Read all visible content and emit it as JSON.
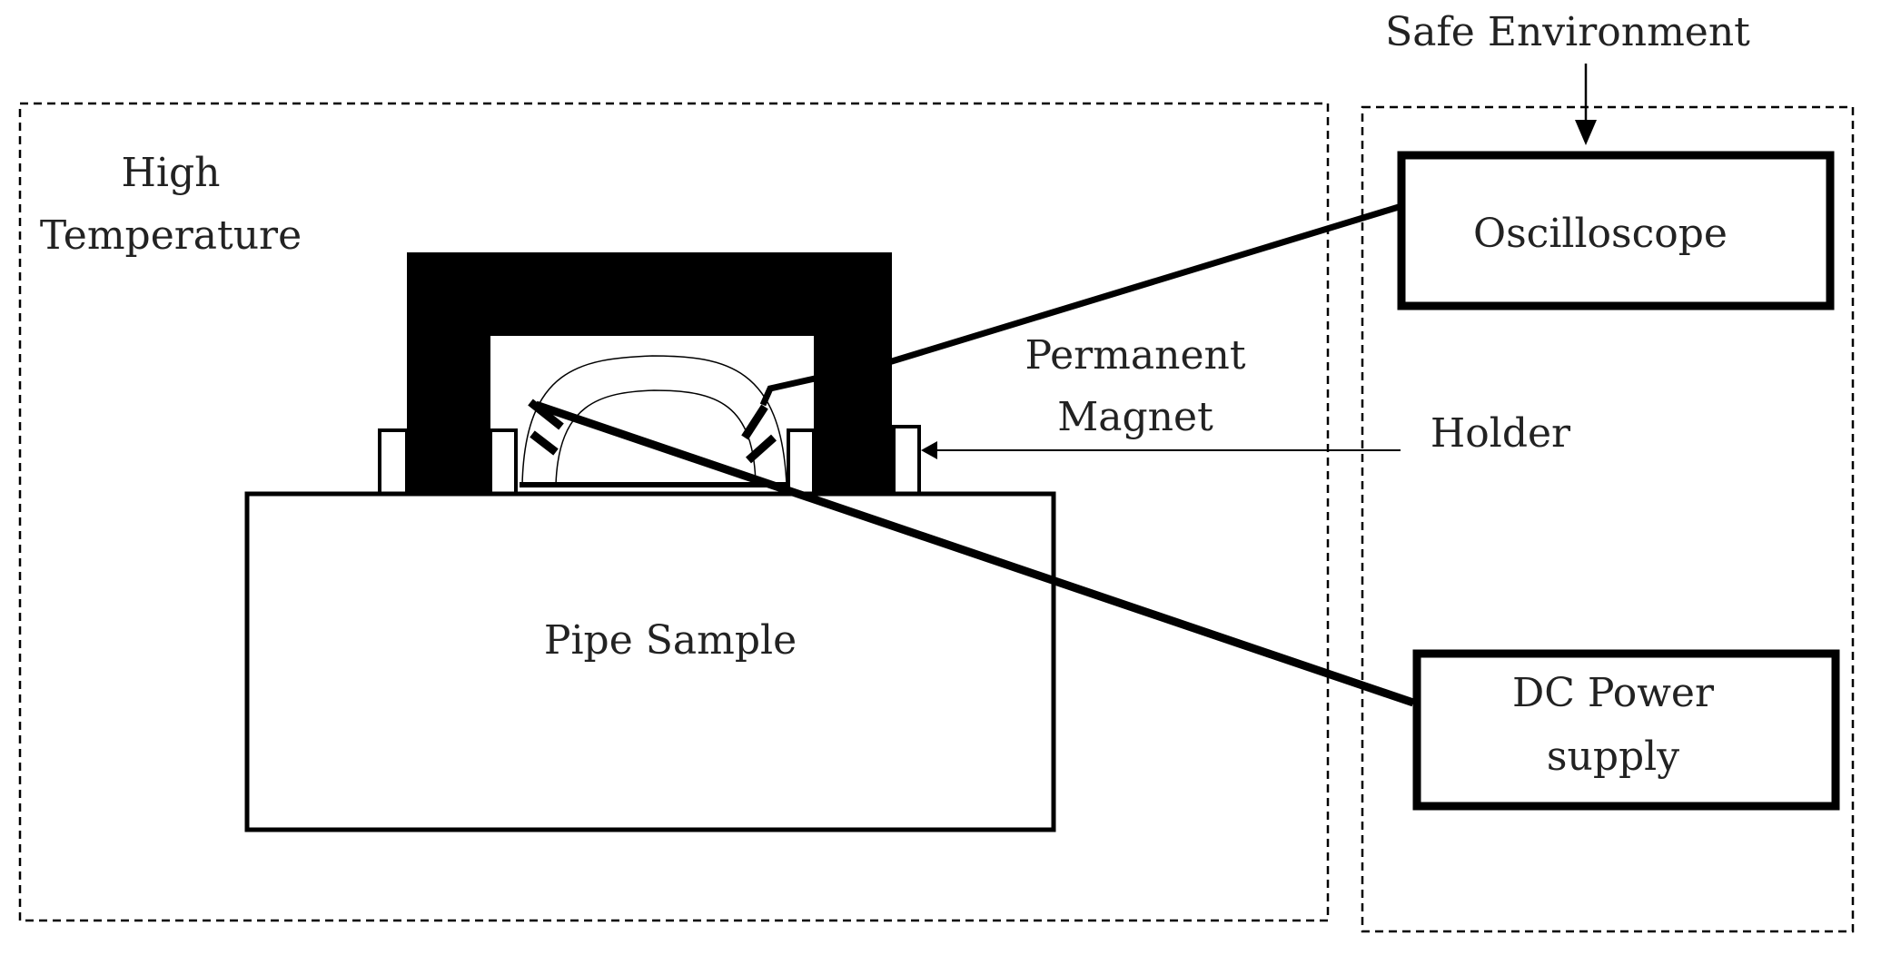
{
  "labels": {
    "high_temperature_line1": "High",
    "high_temperature_line2": "Temperature",
    "safe_environment": "Safe Environment",
    "oscilloscope": "Oscilloscope",
    "permanent_magnet_line1": "Permanent",
    "permanent_magnet_line2": "Magnet",
    "holder": "Holder",
    "pipe_sample": "Pipe Sample",
    "dc_power_line1": "DC Power",
    "dc_power_line2": "supply"
  },
  "colors": {
    "ink": "#000000",
    "text": "#222222",
    "background": "#ffffff"
  }
}
